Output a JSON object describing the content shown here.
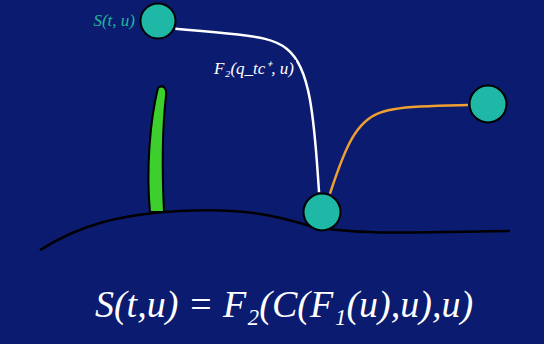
{
  "diagram": {
    "nodes": [
      {
        "text": [
          "S(t, u)"
        ]
      },
      {
        "text": []
      },
      {
        "text": []
      }
    ],
    "edges": [
      {
        "from": 0,
        "to": 1,
        "label": "F₂(q_tc⁺, u)",
        "arrow": "none"
      },
      {
        "from": 1,
        "to": 2,
        "arrow": "none"
      }
    ],
    "labels": [
      "S(t,u) = F₂(C(F₁(u),u),u)"
    ]
  }
}
